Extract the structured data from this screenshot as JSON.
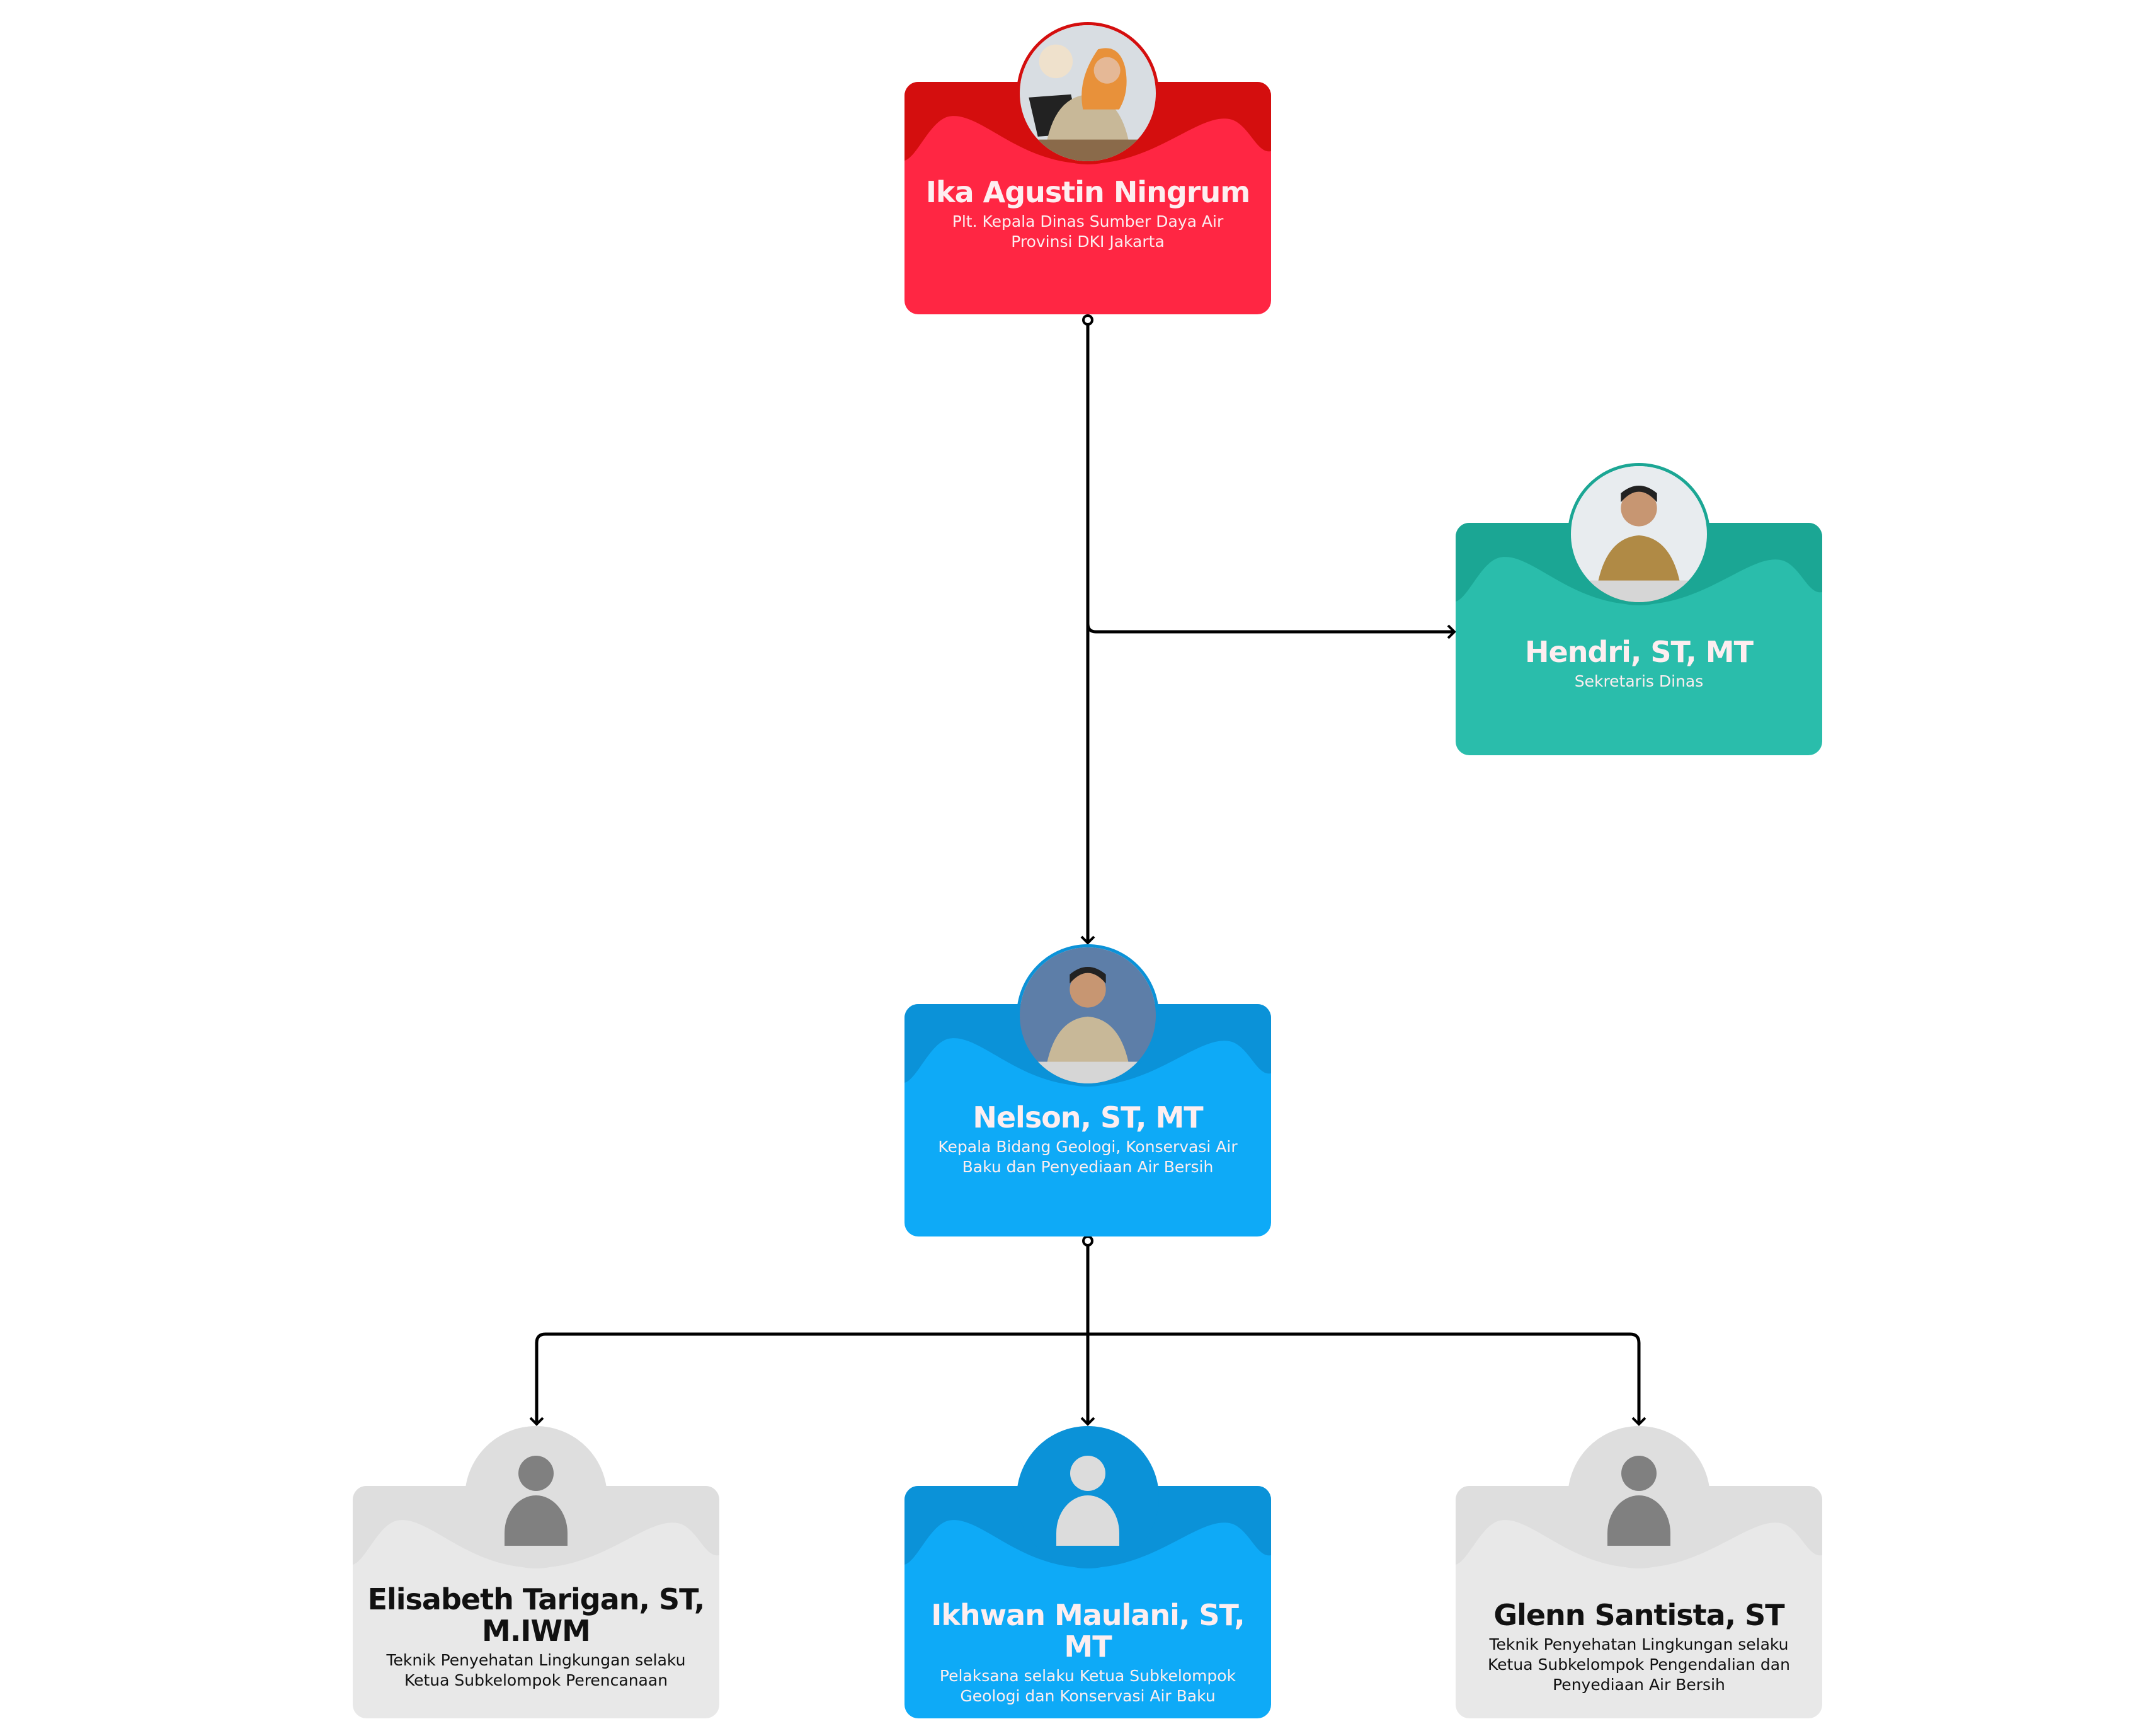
{
  "nodes": {
    "head": {
      "name": "Ika Agustin Ningrum",
      "role": "Plt. Kepala Dinas Sumber Daya Air Provinsi DKI Jakarta",
      "colors": {
        "dark": "#d40e0e",
        "light": "#ff2643"
      }
    },
    "secretary": {
      "name": "Hendri, ST, MT",
      "role": "Sekretaris Dinas",
      "colors": {
        "dark": "#1ba694",
        "light": "#2abdab"
      }
    },
    "division": {
      "name": "Nelson, ST, MT",
      "role": "Kepala Bidang Geologi, Konservasi Air Baku dan Penyediaan Air Bersih",
      "colors": {
        "dark": "#0b92d8",
        "light": "#0eaaf7"
      }
    },
    "sub1": {
      "name": "Elisabeth Tarigan, ST, M.IWM",
      "role": "Teknik Penyehatan Lingkungan selaku Ketua Subkelompok Perencanaan",
      "colors": {
        "dark": "#dedede",
        "light": "#e8e8e8"
      }
    },
    "sub2": {
      "name": "Ikhwan Maulani, ST, MT",
      "role": "Pelaksana selaku Ketua Subkelompok Geologi dan Konservasi Air Baku",
      "colors": {
        "dark": "#0b92d8",
        "light": "#0eaaf7"
      }
    },
    "sub3": {
      "name": "Glenn Santista, ST",
      "role": "Teknik Penyehatan Lingkungan selaku Ketua Subkelompok Pengendalian dan Penyediaan Air Bersih",
      "colors": {
        "dark": "#dedede",
        "light": "#e8e8e8"
      }
    }
  }
}
